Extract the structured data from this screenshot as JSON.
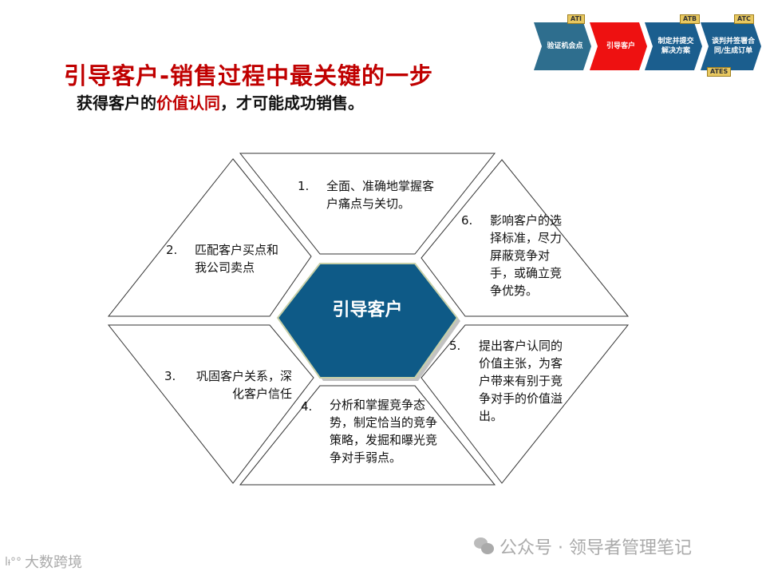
{
  "title": "引导客户-销售过程中最关键的一步",
  "subtitle": {
    "prefix": "获得客户的",
    "highlight": "价值认同",
    "suffix": "，才可能成功销售。"
  },
  "process": {
    "steps": [
      {
        "label": "验证机会点",
        "color": "#2e6e8e"
      },
      {
        "label": "引导客户",
        "color": "#ee1111"
      },
      {
        "label": "制定并提交解决方案",
        "color": "#1b5e8e"
      },
      {
        "label": "谈判并签署合同/生成订单",
        "color": "#1b5e8e"
      }
    ],
    "badges": [
      "ATI",
      "ATB",
      "ATC",
      "ATES"
    ]
  },
  "diagram": {
    "center": "引导客户",
    "center_color": "#0e5a87",
    "items": [
      {
        "num": "1.",
        "text": "全面、准确地掌握客户痛点与关切。"
      },
      {
        "num": "2.",
        "text": "匹配客户买点和我公司卖点"
      },
      {
        "num": "3.",
        "text": "巩固客户关系，深化客户信任"
      },
      {
        "num": "4.",
        "text": "分析和掌握竞争态势，制定恰当的竞争策略，发掘和曝光竞争对手弱点。"
      },
      {
        "num": "5.",
        "text": "提出客户认同的价值主张，为客户带来有别于竞争对手的价值溢出。"
      },
      {
        "num": "6.",
        "text": "影响客户的选择标准，尽力屏蔽竞争对手，或确立竞争优势。"
      }
    ]
  },
  "watermarks": {
    "right": "公众号 · 领导者管理笔记",
    "left": "大数跨境"
  }
}
